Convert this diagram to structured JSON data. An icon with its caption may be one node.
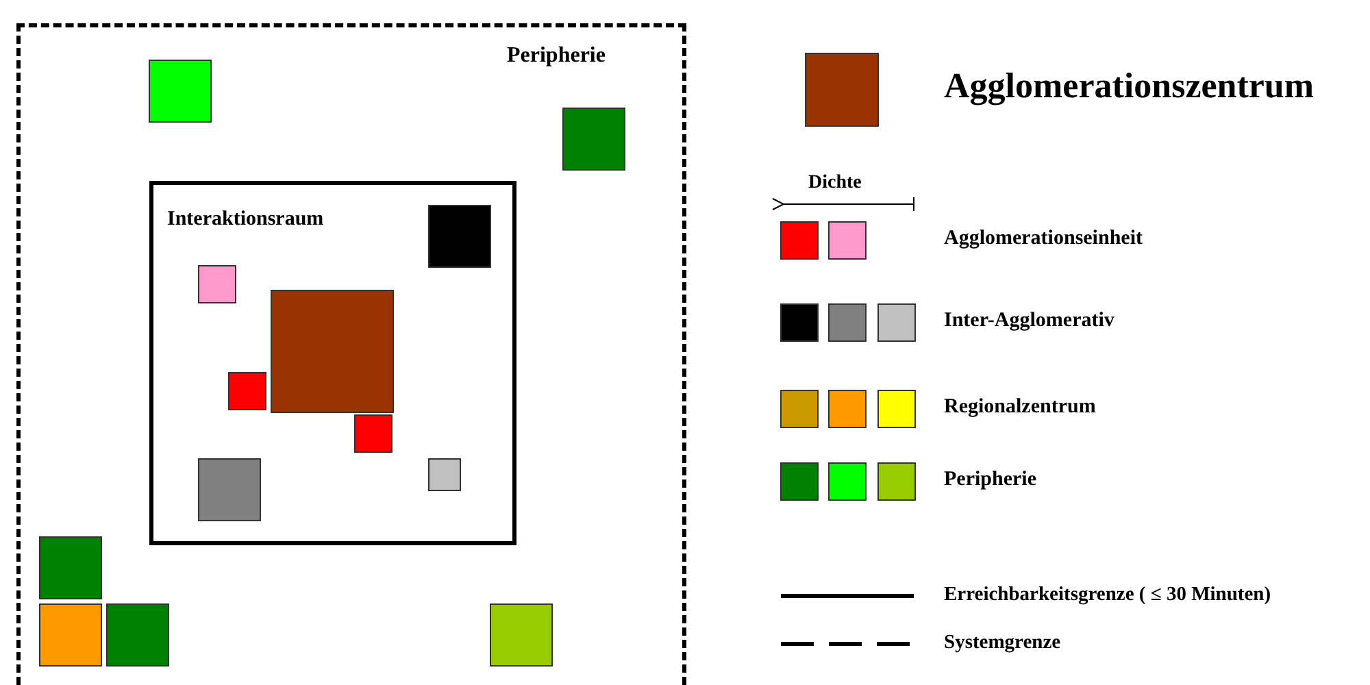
{
  "diagram": {
    "nodes": [
      {
        "text": [
          "Peripherie"
        ]
      },
      {
        "text": [
          "Interaktionsraum"
        ],
        "in": 0
      }
    ],
    "labels": [
      "Dichte"
    ],
    "legend": [
      {
        "text": "Agglomerationszentrum",
        "color": "#993300"
      },
      {
        "text": "Agglomerationseinheit",
        "color": "#ff0000"
      },
      {
        "text": "Inter-Agglomerativ",
        "color": "#000000"
      },
      {
        "text": "Regionalzentrum",
        "color": "#cc9900"
      },
      {
        "text": "Peripherie",
        "color": "#008000"
      },
      {
        "text": "Erreichbarkeitsgrenze ( ≤ 30 Minuten)"
      },
      {
        "text": "Systemgrenze"
      }
    ]
  }
}
